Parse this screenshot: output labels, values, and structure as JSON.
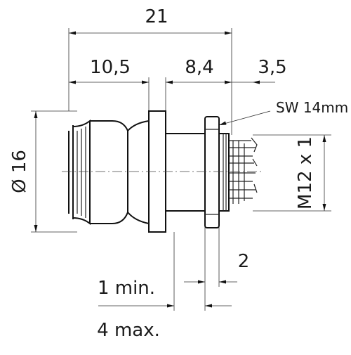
{
  "dimensions": {
    "overall_length": "21",
    "left_length": "10,5",
    "middle_length": "8,4",
    "right_length": "3,5",
    "diameter": "Ø 16",
    "thread": "M12 x 1",
    "wrench_size": "SW 14mm",
    "nut_thickness": "2",
    "panel_min": "1 min.",
    "panel_max": "4 max."
  }
}
